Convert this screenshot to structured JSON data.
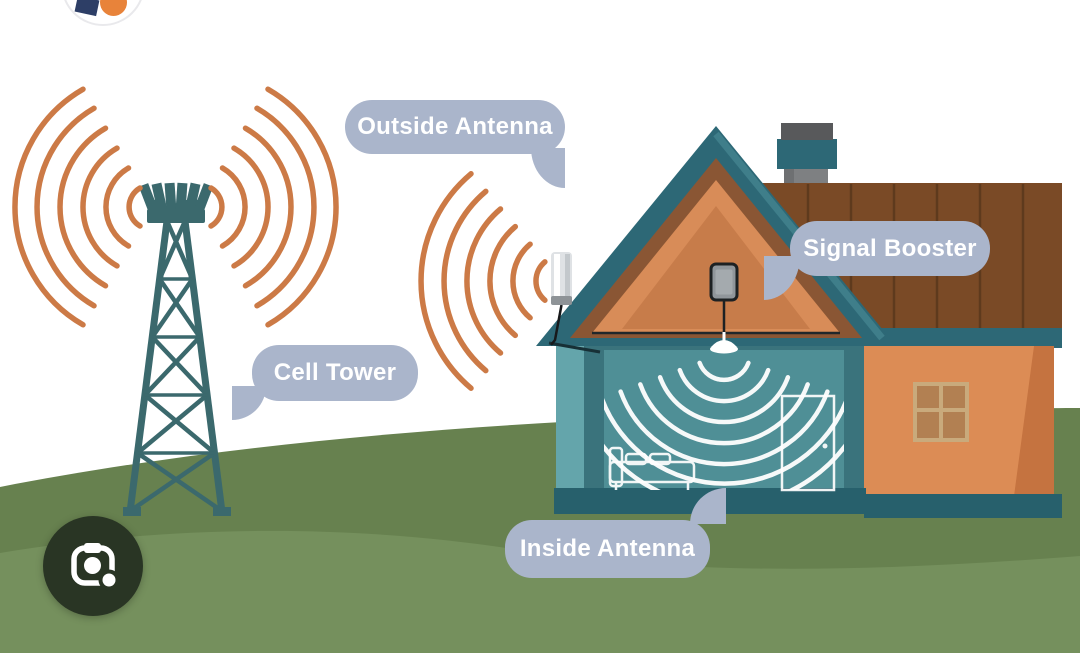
{
  "diagram": {
    "labels": {
      "outside_antenna": "Outside Antenna",
      "cell_tower": "Cell Tower",
      "signal_booster": "Signal Booster",
      "inside_antenna": "Inside Antenna"
    },
    "colors": {
      "wave_orange": "#cc7a46",
      "tower_teal": "#3b696d",
      "bubble_background": "#aab5cb",
      "bubble_text": "#ffffff",
      "roof_teal": "#2d6876",
      "gable_orange": "#d88c58",
      "wing_roof_brown": "#7a4a26",
      "wall_orange": "#dc8c55",
      "room_teal": "#4f8f96",
      "grass_back": "#67814f",
      "grass_front": "#75905d",
      "indoor_waves": "#ffffff",
      "lens_button_background": "#293524"
    },
    "icons": {
      "lens_button": "google-lens-camera-icon",
      "top_left": "site-logo-partial"
    }
  }
}
